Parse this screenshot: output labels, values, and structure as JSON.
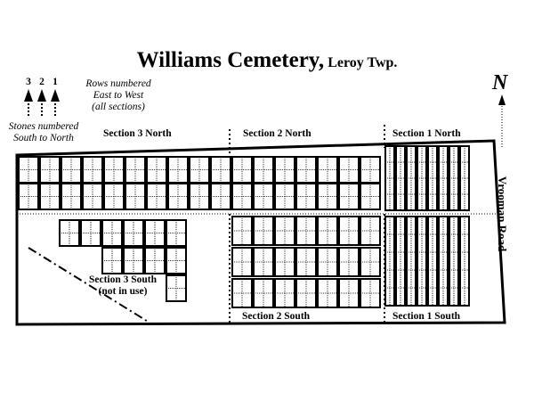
{
  "map": {
    "title": "Williams Cemetery,",
    "subtitle": " Leroy Twp.",
    "north_label": "N",
    "road_label": "Vrooman Road",
    "row_numbers": [
      "3",
      "2",
      "1"
    ],
    "rows_note": [
      "Rows numbered",
      "East to West",
      "(all sections)"
    ],
    "stones_note": [
      "Stones numbered",
      "South to North"
    ],
    "sections": {
      "s3n": "Section 3 North",
      "s2n": "Section 2 North",
      "s1n": "Section 1 North",
      "s3s_line1": "Section 3 South",
      "s3s_line2": "(not in use)",
      "s2s": "Section 2 South",
      "s1s": "Section 1 South"
    }
  }
}
